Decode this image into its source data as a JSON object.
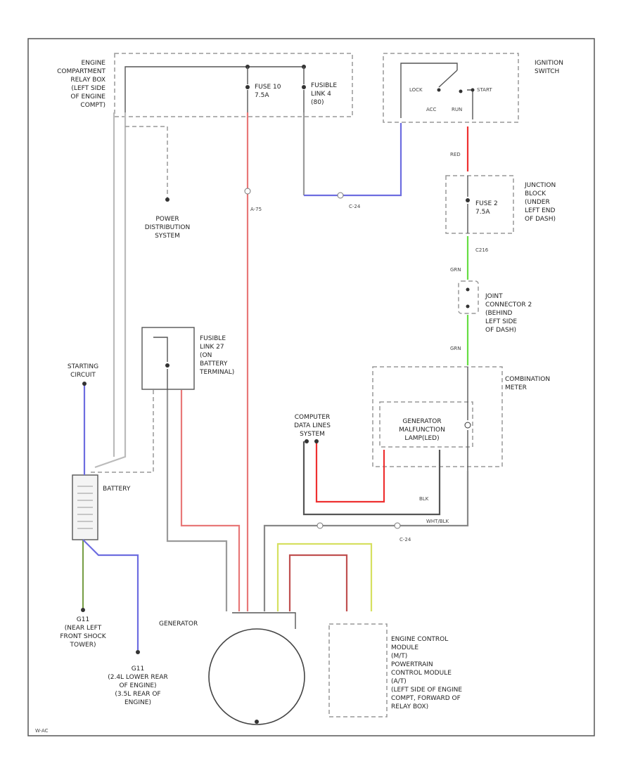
{
  "labels": {
    "engine_relay_box": [
      "ENGINE",
      "COMPARTMENT",
      "RELAY BOX",
      "(LEFT SIDE",
      "OF ENGINE",
      "COMPT)"
    ],
    "fuse_10": [
      "FUSE 10",
      "7.5A"
    ],
    "fusible_link_4": [
      "FUSIBLE",
      "LINK 4",
      "(80)"
    ],
    "ignition_switch": [
      "IGNITION",
      "SWITCH"
    ],
    "lock": "LOCK",
    "start": "START",
    "acc": "ACC",
    "run": "RUN",
    "power_distribution": [
      "POWER",
      "DISTRIBUTION",
      "SYSTEM"
    ],
    "junction_block": [
      "JUNCTION",
      "BLOCK",
      "(UNDER",
      "LEFT END",
      "OF DASH)"
    ],
    "fuse_2": [
      "FUSE 2",
      "7.5A"
    ],
    "joint_connector": [
      "JOINT",
      "CONNECTOR 2",
      "(BEHIND",
      "LEFT SIDE",
      "OF DASH)"
    ],
    "combination_meter": [
      "COMBINATION",
      "METER"
    ],
    "generator_malfunction": [
      "GENERATOR",
      "MALFUNCTION",
      "LAMP(LED)"
    ],
    "computer_data_lines": [
      "COMPUTER",
      "DATA LINES",
      "SYSTEM"
    ],
    "fusible_link_27": [
      "FUSIBLE",
      "LINK 27",
      "(ON",
      "BATTERY",
      "TERMINAL)"
    ],
    "starting_circuit": [
      "STARTING",
      "CIRCUIT"
    ],
    "battery": "BATTERY",
    "generator": "GENERATOR",
    "ground_g11": [
      "G11",
      "(NEAR LEFT",
      "FRONT SHOCK",
      "TOWER)"
    ],
    "ground_g1": [
      "G11",
      "(2.4L LOWER REAR",
      "OF ENGINE)",
      "(3.5L REAR OF",
      "ENGINE)"
    ],
    "ecm": [
      "ENGINE CONTROL",
      "MODULE",
      "(M/T)",
      "POWERTRAIN",
      "CONTROL MODULE",
      "(A/T)",
      "(LEFT SIDE OF ENGINE",
      "COMPT, FORWARD OF",
      "RELAY BOX)"
    ],
    "wire_red": "RED",
    "wire_grn": "GRN",
    "wire_blk": "BLK",
    "wire_wht_blk": "WHT/BLK",
    "splice_c24": "C-24",
    "splice_c24b": "C-24",
    "conn_a75": "A-75",
    "conn_c216": "C216",
    "page_code": "W-AC"
  }
}
